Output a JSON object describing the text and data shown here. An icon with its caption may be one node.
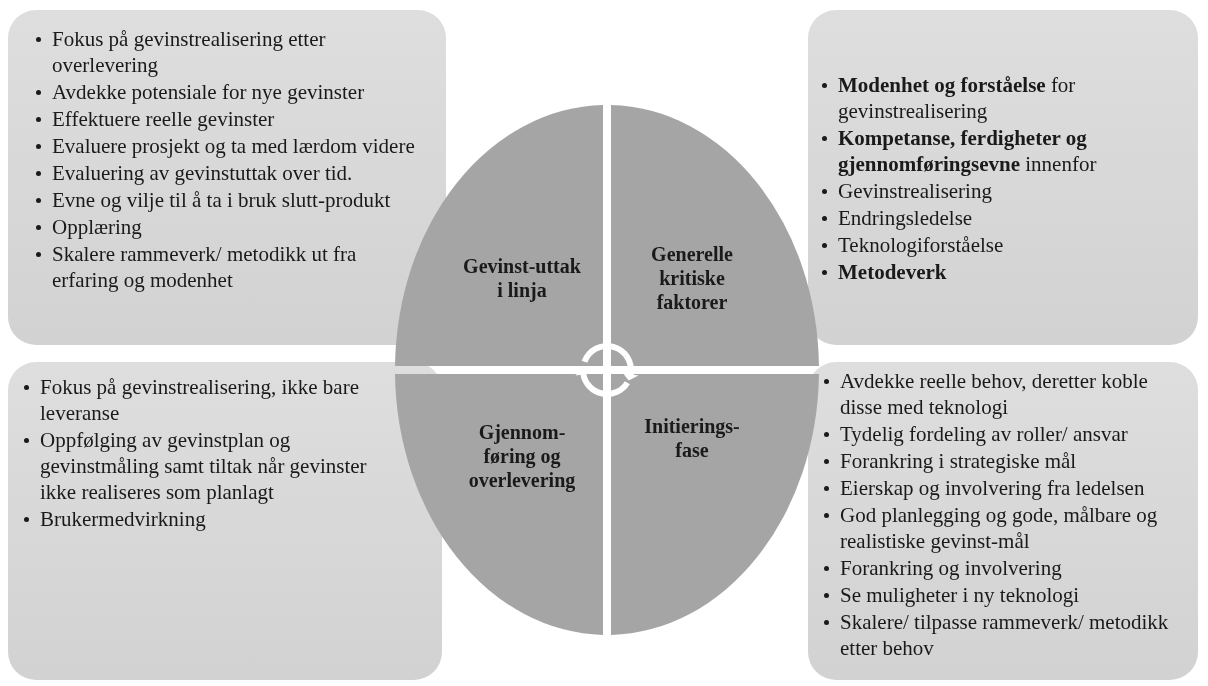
{
  "diagram": {
    "nodes": [
      {
        "text": [
          "Fokus på gevinstrealisering  etter overlevering",
          "Avdekke potensiale for nye gevinster",
          "Effektuere reelle gevinster",
          "Evaluere prosjekt og ta med lærdom videre",
          "Evaluering av gevinstuttak over tid.",
          "Evne og vilje til å ta i bruk slutt-produkt",
          "Opplæring",
          "Skalere rammeverk/ metodikk ut fra erfaring og modenhet"
        ]
      },
      {
        "text": [
          "Gevinst-uttak i linja"
        ]
      },
      {
        "text": [
          "Generelle kritiske faktorer"
        ]
      },
      {
        "text": [
          "**Modenhet og forståelse** for gevinstrealisering",
          "**Kompetanse, ferdigheter og gjennomføringsevne** innenfor",
          "Gevinstrealisering",
          "Endringsledelse",
          "Teknologiforståelse",
          "Metodeverk"
        ]
      },
      {
        "text": [
          "Fokus på gevinstrealisering,  ikke bare leveranse",
          "Oppfølging  av gevinstplan og gevinstmåling samt tiltak når gevinster ikke realiseres som planlagt",
          "Brukermedvirkning"
        ]
      },
      {
        "text": [
          "Gjennom-føring og overlevering"
        ]
      },
      {
        "text": [
          "Initierings-fase"
        ]
      },
      {
        "text": [
          "Avdekke reelle behov, deretter koble disse med teknologi",
          "Tydelig fordeling av roller/ ansvar",
          "Forankring i strategiske mål",
          "Eierskap og involvering fra ledelsen",
          "God planlegging  og gode, målbare og realistiske gevinst-mål",
          "Forankring og involvering",
          "Se muligheter i ny teknologi",
          "Skalere/ tilpasse rammeverk/ metodikk etter behov"
        ]
      }
    ]
  }
}
